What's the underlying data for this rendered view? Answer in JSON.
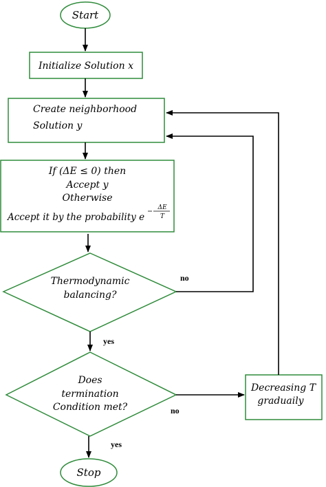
{
  "nodes": {
    "start": {
      "text": "Start"
    },
    "init": {
      "text": "Initialize Solution x"
    },
    "neighborhood": {
      "line1": "Create neighborhood",
      "line2": "Solution y"
    },
    "accept": {
      "line1": "If (ΔE ≤ 0) then",
      "line2": "Accept y",
      "line3": "Otherwise",
      "line4": "Accept it by the probability e",
      "exponent": "ΔE",
      "exponent_denominator": "T"
    },
    "thermo": {
      "line1": "Thermodynamic",
      "line2": "balancing?"
    },
    "termination": {
      "line1": "Does",
      "line2": "termination",
      "line3": "Condition met?"
    },
    "decrease": {
      "line1": "Decreasing T",
      "line2": "graduaily"
    },
    "stop": {
      "text": "Stop"
    }
  },
  "edge_labels": {
    "thermo_no": "no",
    "thermo_yes": "yes",
    "termination_no": "no",
    "termination_yes": "yes"
  },
  "colors": {
    "node_border": "#2e8b3a",
    "edge": "#000000",
    "text": "#000000"
  }
}
